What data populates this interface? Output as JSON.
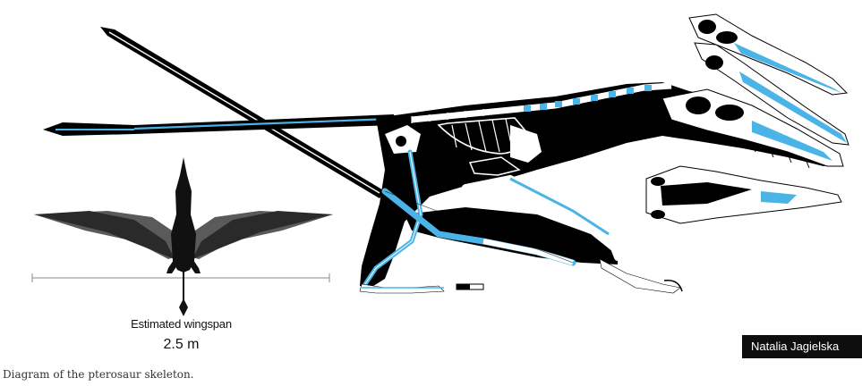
{
  "figure": {
    "wingspan_label": "Estimated wingspan",
    "wingspan_value": "2.5 m",
    "credit": "Natalia Jagielska",
    "caption": "Diagram of the pterosaur skeleton."
  },
  "colors": {
    "body": "#000000",
    "bone": "#ffffff",
    "highlight": "#4bb4e6",
    "silhouette_dark": "#222222",
    "silhouette_light": "#5a5a5a",
    "credit_bg": "#0e0e0e"
  },
  "icons": [
    "pterosaur-skeleton-diagram",
    "wingspan-silhouette-icon",
    "scale-bar-icon",
    "skull-dorsal-view-icon",
    "skull-lateral-view-icon"
  ]
}
